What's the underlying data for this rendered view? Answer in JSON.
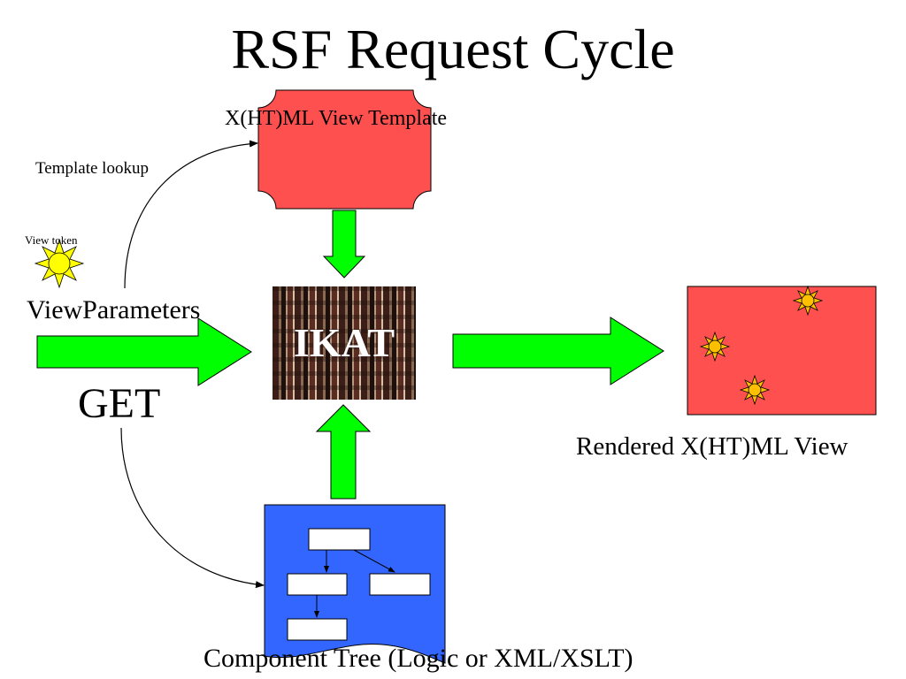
{
  "slide": {
    "title": "RSF Request Cycle"
  },
  "labels": {
    "view_template": "X(HT)ML View Template",
    "template_lookup": "Template lookup",
    "view_token": "View token",
    "view_parameters": "ViewParameters",
    "get": "GET",
    "ikat": "IKAT",
    "rendered_view": "Rendered X(HT)ML View",
    "component_tree": "Component Tree (Logic or XML/XSLT)"
  },
  "colors": {
    "arrow_green": "#00ff00",
    "template_red": "#ff5050",
    "rendered_red": "#ff5050",
    "tree_blue": "#3366ff",
    "sun_yellow": "#ffff00",
    "marker_orange": "#ffc000"
  },
  "icons": {
    "view_token": "sun-icon",
    "render_markers": "sun-icon"
  }
}
